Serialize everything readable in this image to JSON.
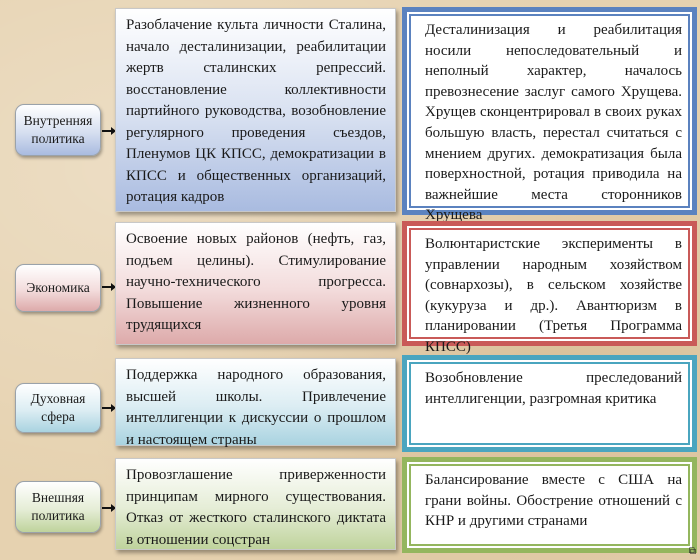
{
  "rows": [
    {
      "category": "Внутренняя политика",
      "achievements": "Разоблачение культа личности Сталина, начало десталинизации, реабилитации жертв сталинских репрессий. восстановление коллективности партийного руководства, возобновление регулярного проведения съездов, Пленумов ЦК КПСС, демократизации в КПСС и общественных организаций, ротация кадров",
      "shortcomings": "Десталинизация и реабилитация носили непоследовательный и неполный характер, началось превознесение заслуг самого Хрущева. Хрущев сконцентрировал в своих руках большую власть, перестал считаться с мнением других. демократизация была поверхностной, ротация приводила на важнейшие места сторонников Хрущева",
      "color": "#5b82bf"
    },
    {
      "category": "Экономика",
      "achievements": "Освоение новых районов (нефть, газ, подъем целины). Стимулирование научно-технического прогресса. Повышение жизненного уровня трудящихся",
      "shortcomings": "Волюнтаристские эксперименты в управлении народным хозяйством (совнархозы), в сельском хозяйстве (кукуруза и др.). Авантюризм в планировании (Третья Программа КПСС)",
      "color": "#c95a58"
    },
    {
      "category": "Духовная сфера",
      "achievements": "Поддержка народного образования, высшей школы. Привлечение интеллигенции к дискуссии о прошлом и настоящем страны",
      "shortcomings": "Возобновление преследований интеллигенции, разгромная критика",
      "color": "#4aa5bf"
    },
    {
      "category": "Внешняя политика",
      "achievements": "Провозглашение приверженности принципам мирного существования. Отказ от жесткого сталинского диктата в отношении соцстран",
      "shortcomings": "Балансирование вместе с США на грани войны. Обострение отношений с КНР и другими странами",
      "color": "#94b65e"
    }
  ],
  "corner_mark": "⧉"
}
